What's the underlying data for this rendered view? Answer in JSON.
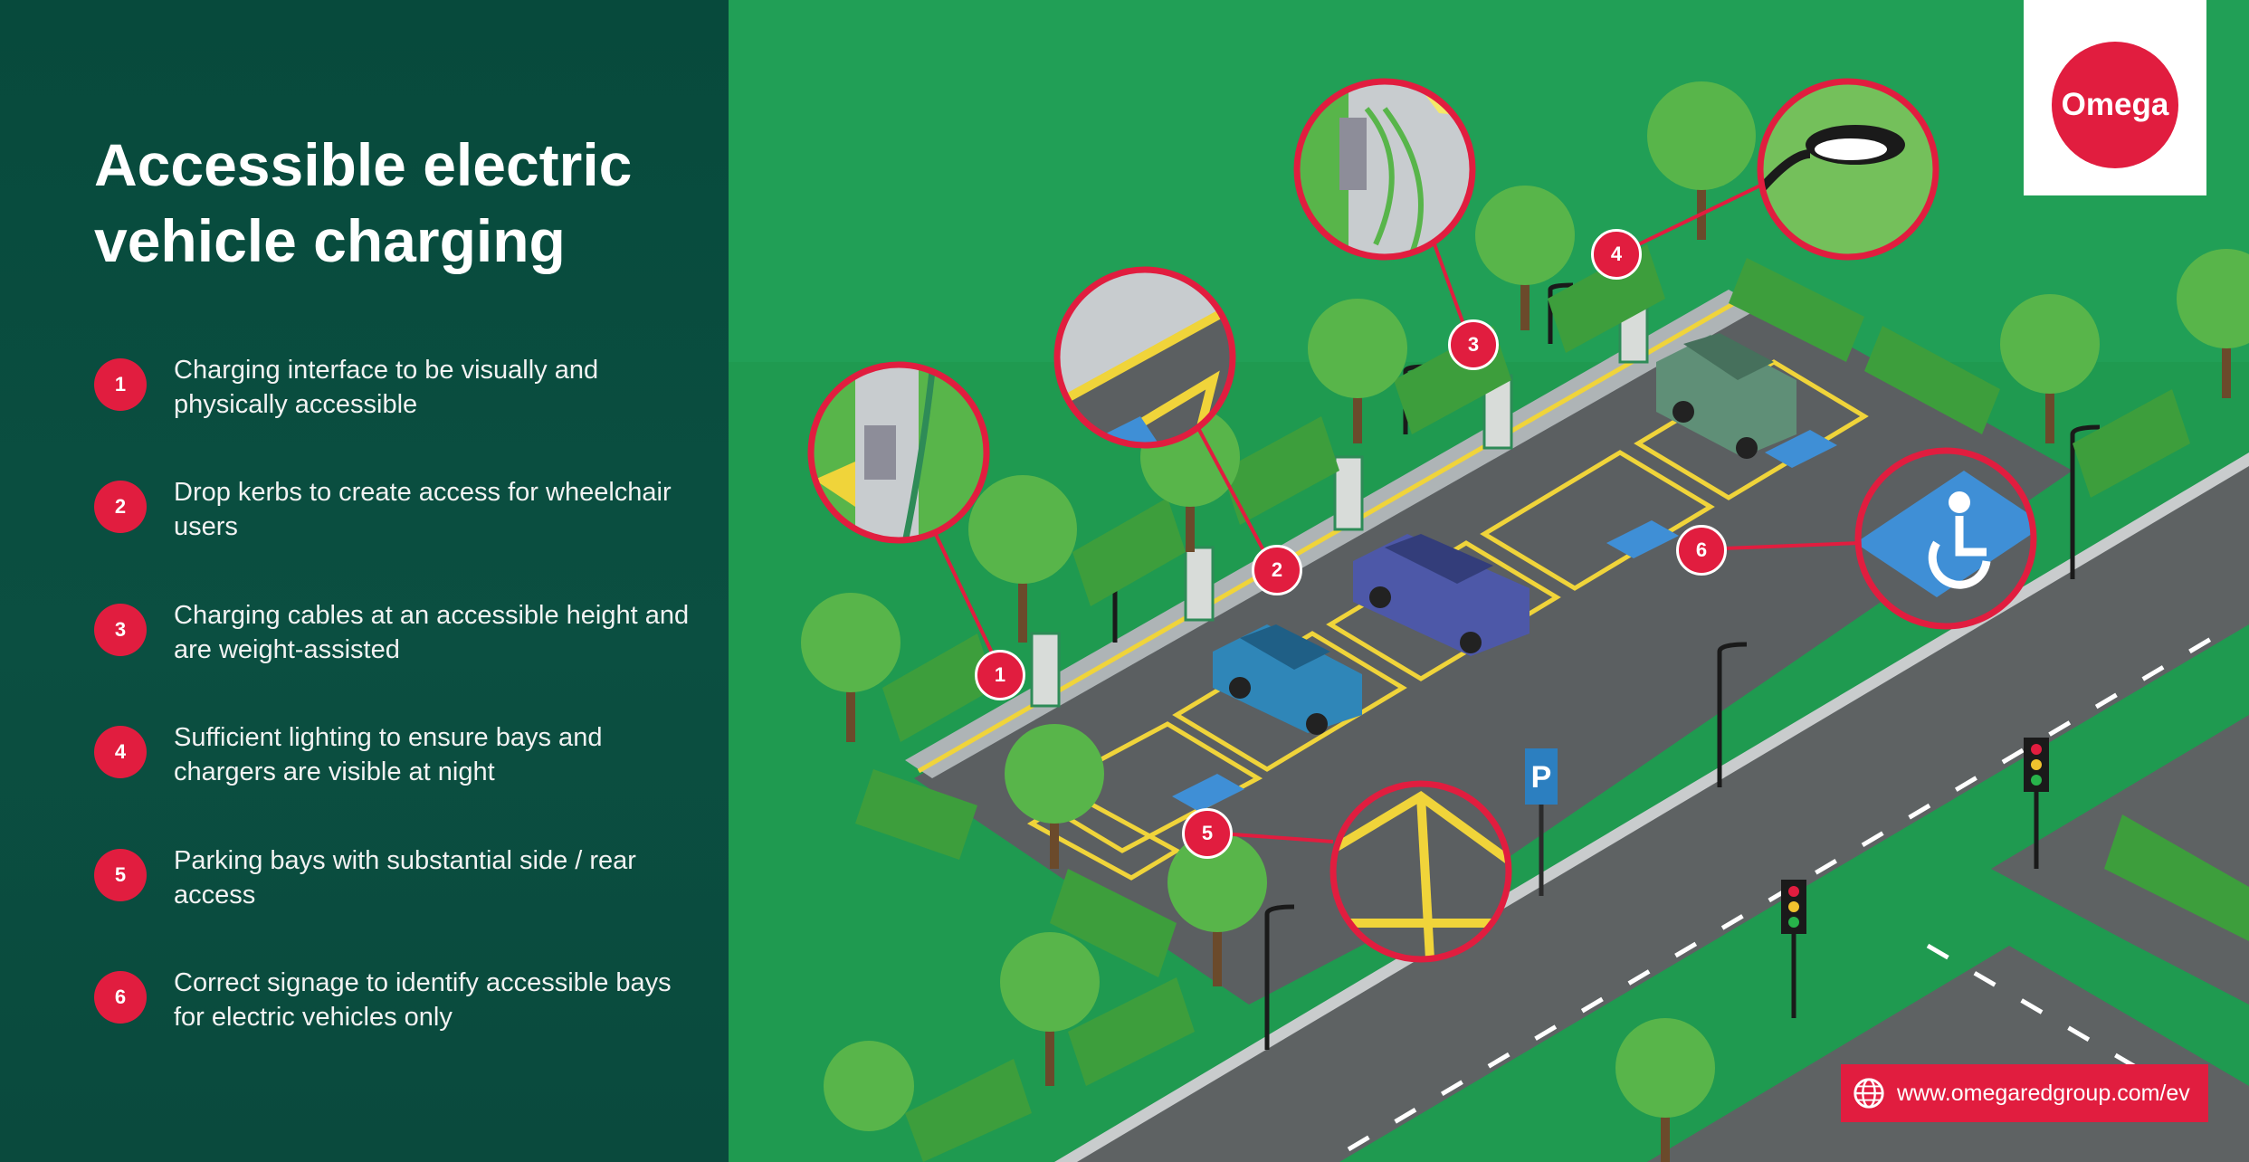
{
  "title": "Accessible electric vehicle charging",
  "legend": [
    {
      "num": "1",
      "text": "Charging interface to be visually and physically accessible"
    },
    {
      "num": "2",
      "text": "Drop kerbs to create access for wheelchair users"
    },
    {
      "num": "3",
      "text": "Charging cables at an accessible height and are weight-assisted"
    },
    {
      "num": "4",
      "text": "Sufficient lighting to ensure bays and chargers are visible at night"
    },
    {
      "num": "5",
      "text": "Parking bays with substantial side / rear access"
    },
    {
      "num": "6",
      "text": "Correct signage to identify accessible bays for electric vehicles only"
    }
  ],
  "logo": {
    "text": "Omega"
  },
  "website": {
    "url": "www.omegaredgroup.com/ev",
    "icon": "globe-icon"
  },
  "parking_sign": {
    "letter": "P"
  },
  "colors": {
    "brand_red": "#e11d3f",
    "panel_green": "#0b4f41",
    "grass_green": "#1f9a50",
    "bay_yellow": "#f0d43a",
    "accessible_blue": "#3f8fd6"
  }
}
